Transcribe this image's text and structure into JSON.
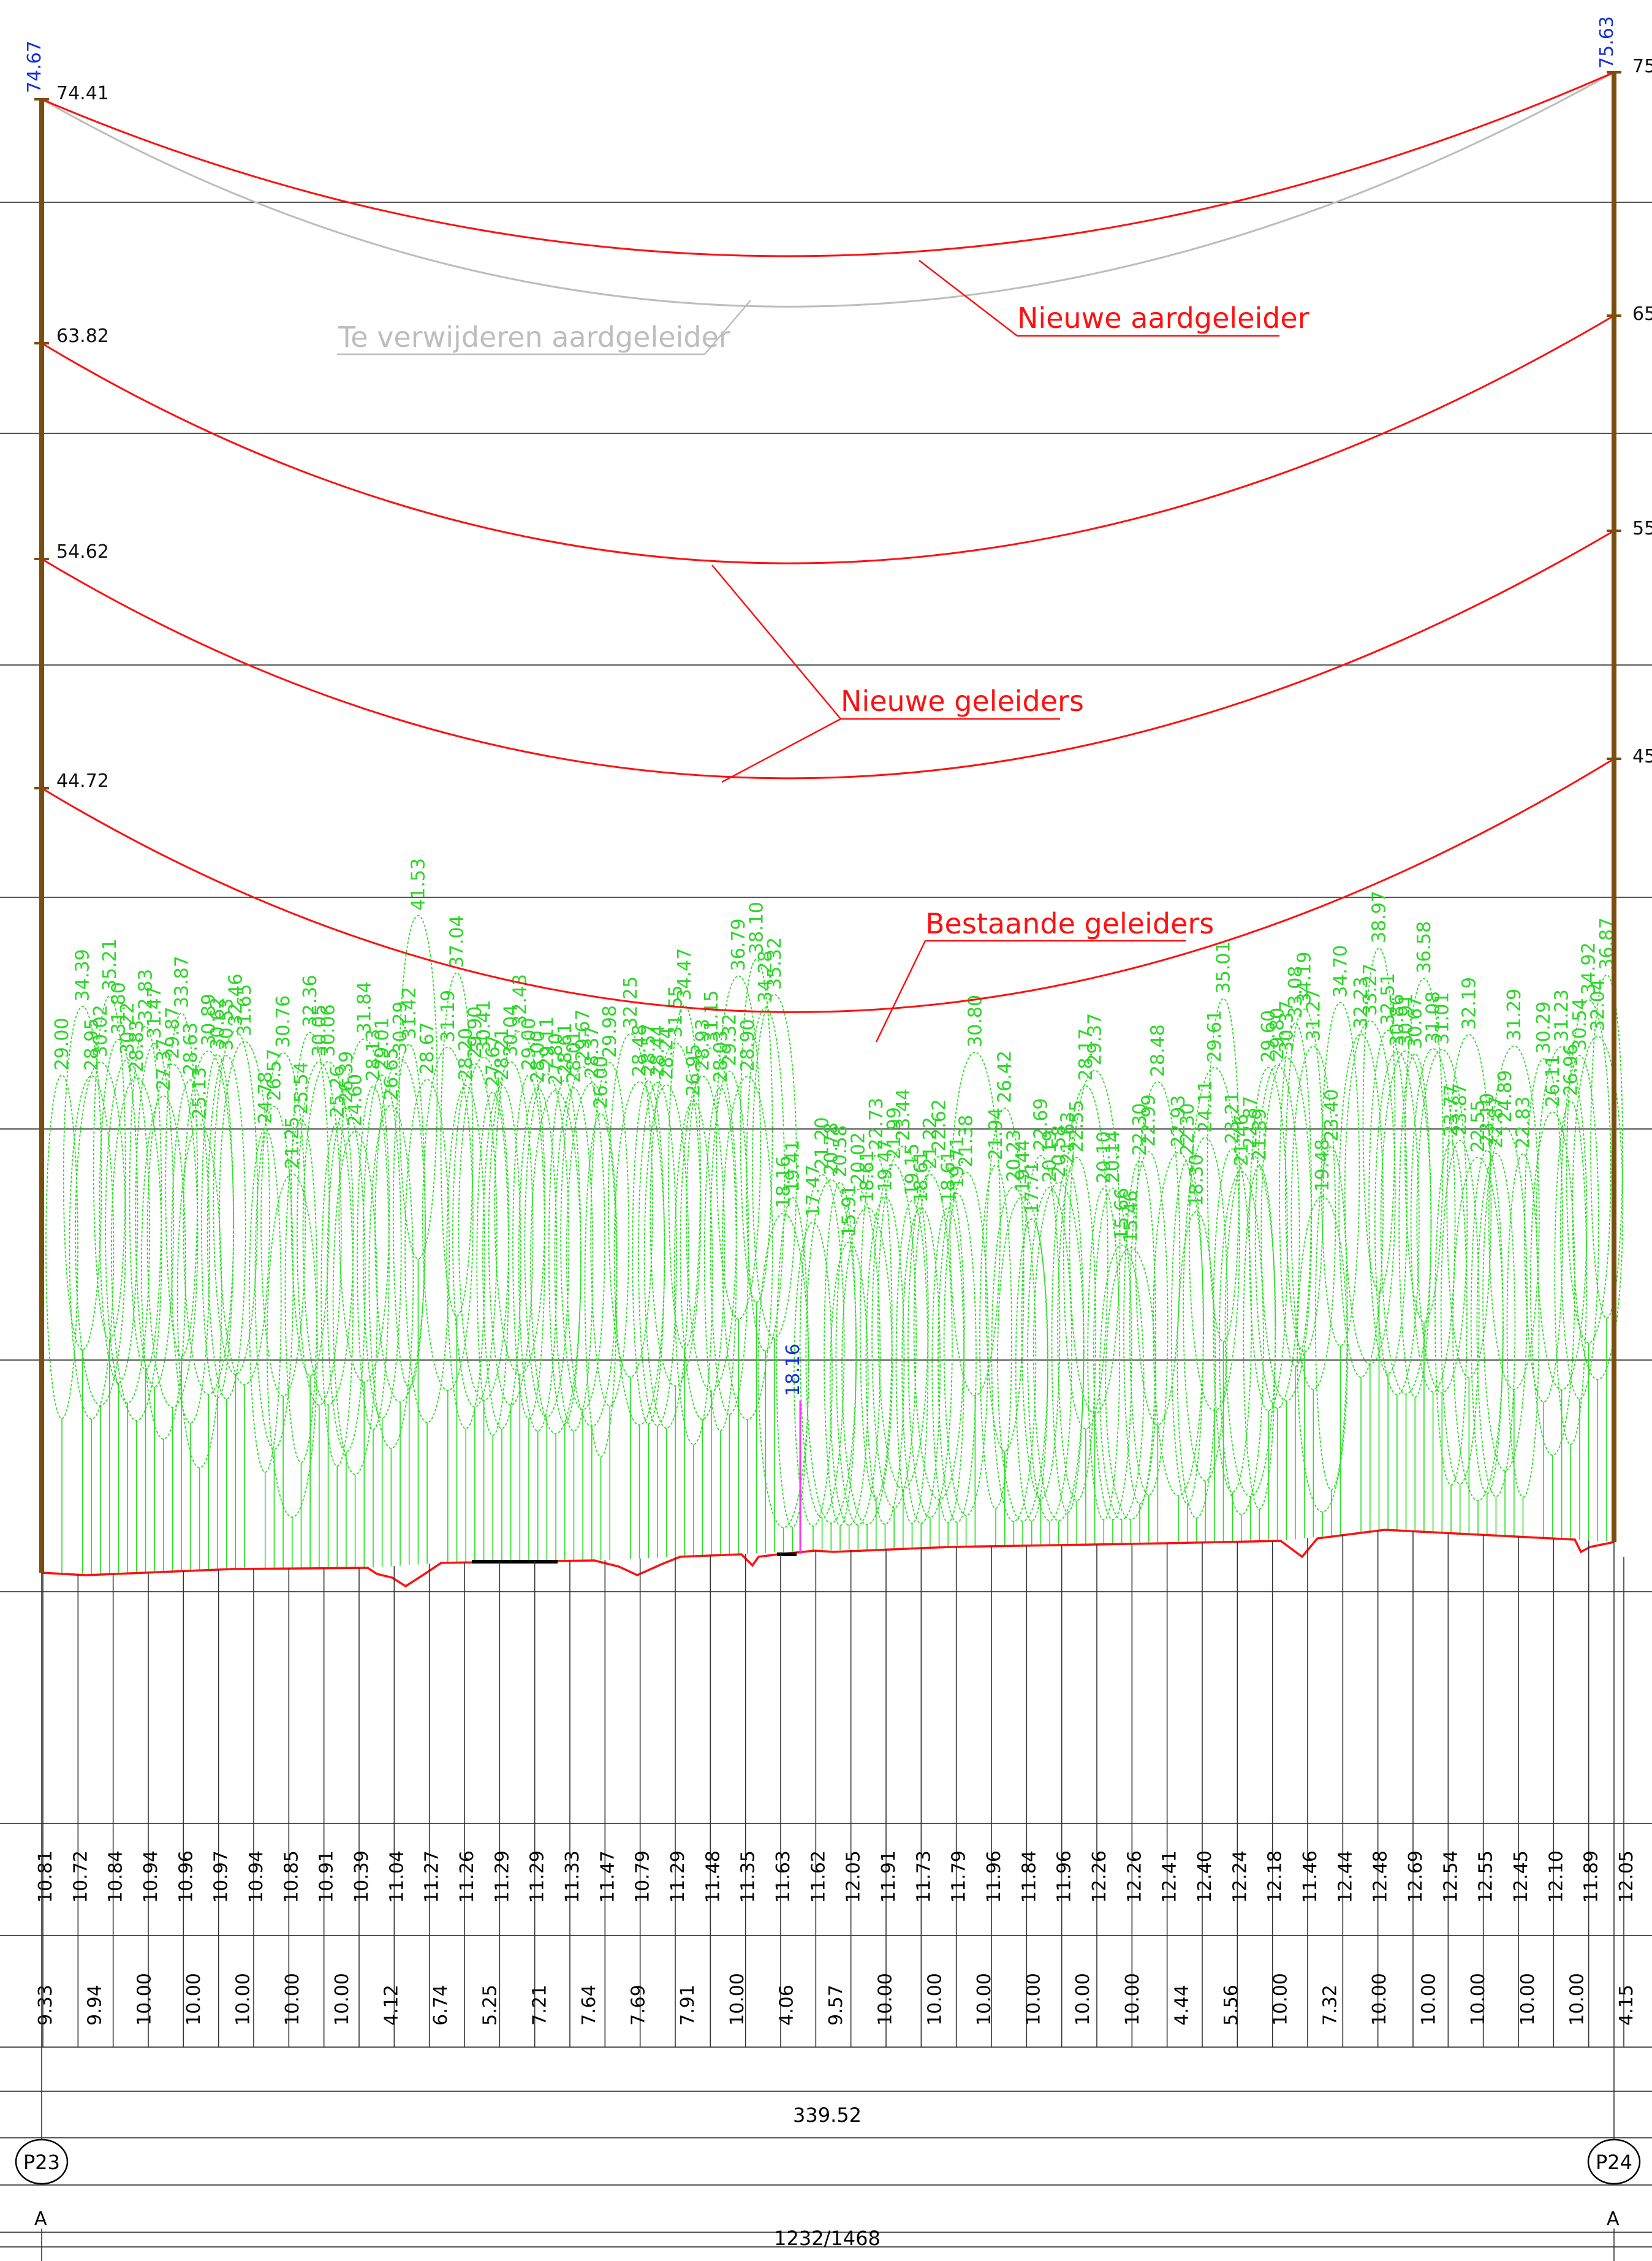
{
  "poles": {
    "left": {
      "id": "P23",
      "top_blue": "74.67",
      "marker": "A",
      "attachments": [
        "74.41",
        "63.82",
        "54.62",
        "44.72"
      ]
    },
    "right": {
      "id": "P24",
      "top_blue": "75.63",
      "marker": "A",
      "attachments": [
        "75",
        "65",
        "55",
        "45"
      ]
    }
  },
  "labels": {
    "remove_earthwire": "Te verwijderen aardgeleider",
    "new_earthwire": "Nieuwe aardgeleider",
    "new_conductors": "Nieuwe geleiders",
    "existing_conductors": "Bestaande geleiders"
  },
  "clearance": {
    "value": "18.16"
  },
  "span_length": "339.52",
  "sheet_number": "1232/1468",
  "colors": {
    "conductor": "#ff1010",
    "removed_wire": "#bdbdbd",
    "vegetation": "#27e022",
    "pole": "#7a4e0c",
    "blue_label": "#1530d8",
    "clearance_marker": "#ff33ff"
  },
  "vegetation_heights": [
    "29.00",
    "34.39",
    "28.95",
    "30.02",
    "35.21",
    "31.80",
    "30.22",
    "28.83",
    "32.83",
    "31.47",
    "27.37",
    "29.87",
    "33.87",
    "28.63",
    "25.13",
    "30.89",
    "30.62",
    "30.53",
    "32.46",
    "31.65",
    "24.78",
    "26.57",
    "30.76",
    "21.25",
    "25.54",
    "32.36",
    "30.05",
    "30.06",
    "25.26",
    "26.39",
    "24.60",
    "31.84",
    "28.13",
    "29.01",
    "26.65",
    "30.29",
    "31.42",
    "41.53",
    "28.67",
    "31.19",
    "37.04",
    "28.20",
    "29.90",
    "30.41",
    "27.67",
    "28.21",
    "30.04",
    "32.43",
    "29.00",
    "28.00",
    "29.11",
    "27.80",
    "28.61",
    "28.01",
    "29.67",
    "28.37",
    "26.00",
    "29.98",
    "32.25",
    "28.48",
    "28.57",
    "28.44",
    "28.24",
    "31.55",
    "34.47",
    "26.95",
    "28.93",
    "31.15",
    "28.03",
    "29.32",
    "36.79",
    "28.90",
    "38.10",
    "34.28",
    "35.32",
    "18.16",
    "19.41",
    "17.47",
    "21.20",
    "20.78",
    "20.58",
    "15.91",
    "20.02",
    "18.61",
    "22.73",
    "19.47",
    "21.99",
    "23.44",
    "19.15",
    "18.61",
    "21.22",
    "22.62",
    "18.61",
    "19.71",
    "21.38",
    "30.80",
    "21.94",
    "26.42",
    "20.23",
    "19.44",
    "17.71",
    "22.69",
    "20.19",
    "20.58",
    "21.63",
    "22.55",
    "28.17",
    "29.37",
    "20.10",
    "20.14",
    "15.66",
    "15.46",
    "22.30",
    "22.99",
    "28.48",
    "22.93",
    "22.30",
    "18.30",
    "24.11",
    "29.61",
    "35.01",
    "23.21",
    "21.46",
    "22.87",
    "21.89",
    "29.60",
    "29.80",
    "30.37",
    "33.08",
    "34.19",
    "31.27",
    "19.48",
    "23.40",
    "34.70",
    "32.23",
    "33.27",
    "38.97",
    "32.51",
    "30.86",
    "30.91",
    "30.67",
    "36.58",
    "31.08",
    "31.01",
    "23.77",
    "23.87",
    "32.19",
    "22.55",
    "23.10",
    "22.87",
    "24.89",
    "31.29",
    "22.83",
    "30.29",
    "26.11",
    "31.23",
    "26.96",
    "30.54",
    "34.92",
    "32.04",
    "36.87"
  ],
  "row1_values": [
    "10.81",
    "10.72",
    "10.84",
    "10.94",
    "10.96",
    "10.97",
    "10.94",
    "10.85",
    "10.91",
    "10.39",
    "11.04",
    "11.27",
    "11.26",
    "11.29",
    "11.29",
    "11.33",
    "11.47",
    "10.79",
    "11.29",
    "11.48",
    "11.35",
    "11.63",
    "11.62",
    "12.05",
    "11.91",
    "11.73",
    "11.79",
    "11.96",
    "11.84",
    "11.96",
    "12.26",
    "12.26",
    "12.41",
    "12.40",
    "12.24",
    "12.18",
    "11.46",
    "12.44",
    "12.48",
    "12.69",
    "12.54",
    "12.55",
    "12.45",
    "12.10",
    "11.89",
    "12.05"
  ],
  "row2_values": [
    "9.33",
    "9.94",
    "10.00",
    "10.00",
    "10.00",
    "10.00",
    "10.00",
    "4.12",
    "6.74",
    "5.25",
    "7.21",
    "7.64",
    "7.69",
    "7.91",
    "10.00",
    "4.06",
    "9.57",
    "10.00",
    "10.00",
    "10.00",
    "10.00",
    "10.00",
    "10.00",
    "4.44",
    "5.56",
    "10.00",
    "7.32",
    "10.00",
    "10.00",
    "10.00",
    "10.00",
    "10.00",
    "4.15"
  ]
}
